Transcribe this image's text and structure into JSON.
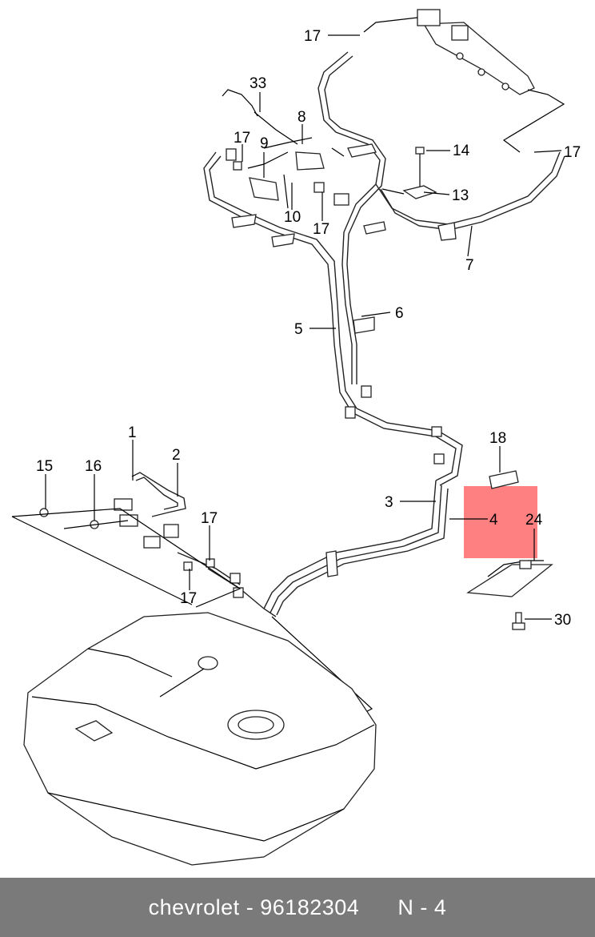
{
  "footer": {
    "brand": "chevrolet",
    "part_number": "96182304",
    "code": "N - 4"
  },
  "highlight_color": "#ff8080",
  "callouts": {
    "c17_top": "17",
    "c33": "33",
    "c8": "8",
    "c17_mid": "17",
    "c9": "9",
    "c14": "14",
    "c17_right": "17",
    "c13": "13",
    "c10": "10",
    "c17_low": "17",
    "c7": "7",
    "c6": "6",
    "c5": "5",
    "c1": "1",
    "c2": "2",
    "c15": "15",
    "c16": "16",
    "c18": "18",
    "c3": "3",
    "c4": "4",
    "c24": "24",
    "c17_left": "17",
    "c17_bottom": "17",
    "c30": "30"
  }
}
